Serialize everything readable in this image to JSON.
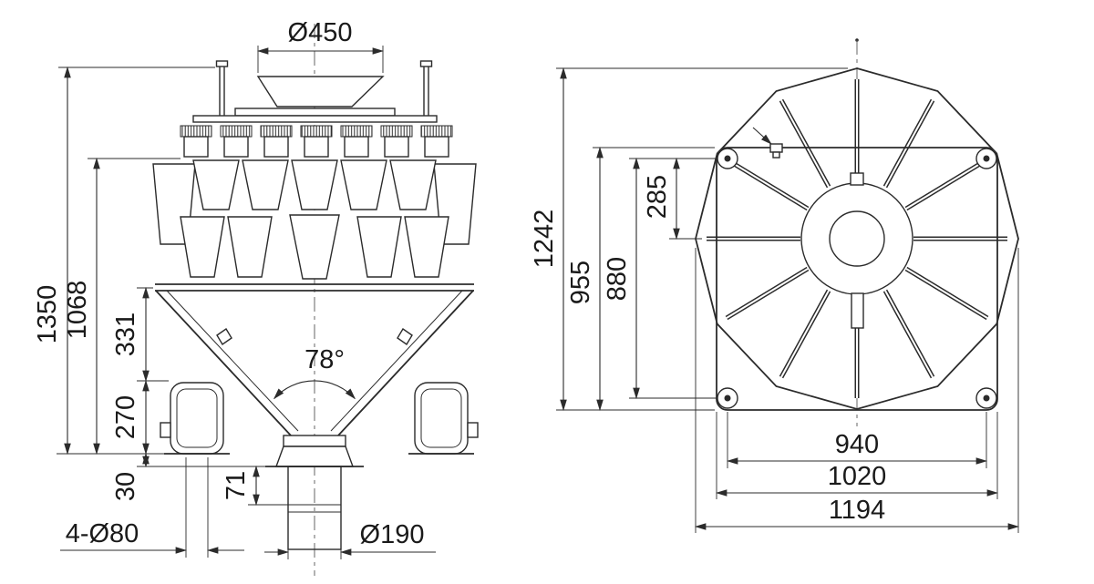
{
  "colors": {
    "line": "#2b2b2b",
    "background": "#ffffff"
  },
  "front_view": {
    "inlet_diameter": "Ø450",
    "total_height": "1350",
    "body_height": "1068",
    "cone_height": "331",
    "leg_height": "270",
    "base_clearance": "30",
    "cone_angle": "78°",
    "spout_height": "71",
    "foot_holes": "4-Ø80",
    "outlet_diameter": "Ø190"
  },
  "top_view": {
    "overall_depth": "1242",
    "frame_depth": "955",
    "hole_pitch_depth": "880",
    "hub_offset": "285",
    "hole_pitch_width": "940",
    "frame_width": "1020",
    "overall_width": "1194"
  }
}
